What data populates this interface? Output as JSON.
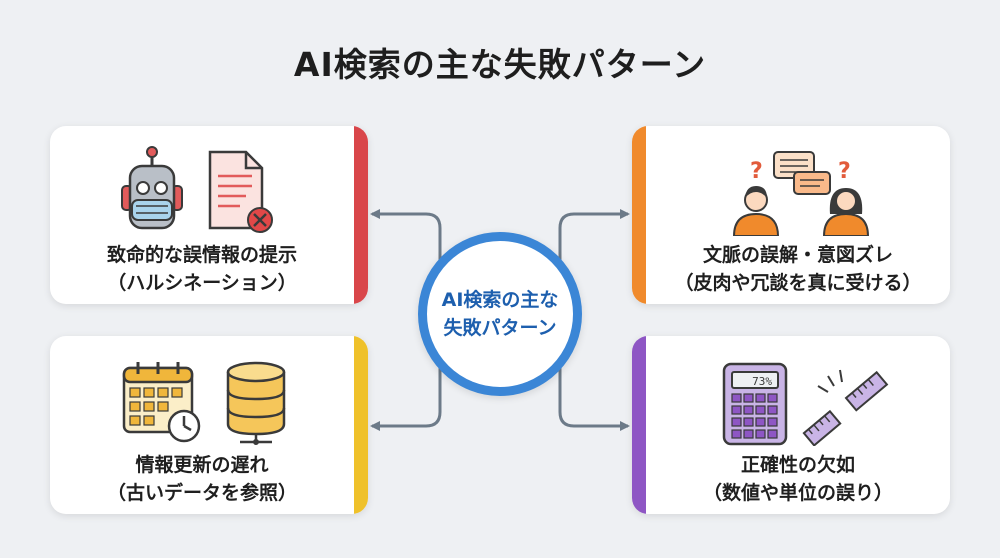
{
  "title": "AI検索の主な失敗パターン",
  "center": {
    "line1": "AI検索の主な",
    "line2": "失敗パターン"
  },
  "cards": {
    "top_left": {
      "line1": "致命的な誤情報の提示",
      "line2": "（ハルシネーション）",
      "accent": "#d9464a"
    },
    "bottom_left": {
      "line1": "情報更新の遅れ",
      "line2": "（古いデータを参照）",
      "accent": "#efc12a"
    },
    "top_right": {
      "line1": "文脈の誤解・意図ズレ",
      "line2": "（皮肉や冗談を真に受ける）",
      "accent": "#f08a2c"
    },
    "bottom_right": {
      "line1": "正確性の欠如",
      "line2": "（数値や単位の誤り）",
      "accent": "#8e56c4"
    }
  },
  "icons": {
    "calculator_display": "73%",
    "question_mark": "?"
  },
  "colors": {
    "center_ring": "#3b86d6",
    "connector": "#6c7a88"
  }
}
